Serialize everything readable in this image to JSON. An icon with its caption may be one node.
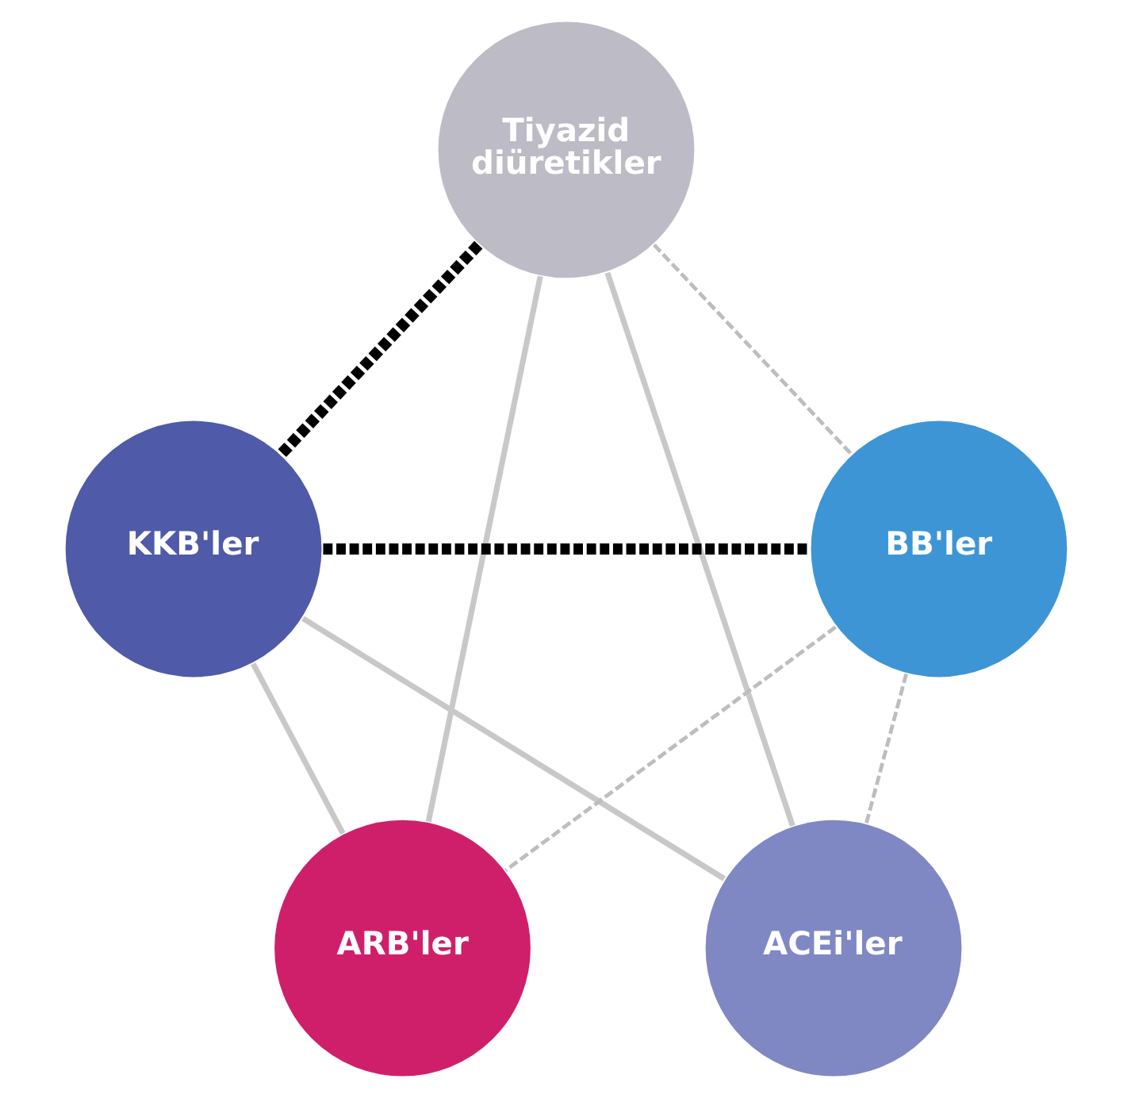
{
  "diagram": {
    "nodes": [
      {
        "text": [
          "Tiyazid diüretikler"
        ]
      },
      {
        "text": [
          "KKB'ler"
        ]
      },
      {
        "text": [
          "BB'ler"
        ]
      },
      {
        "text": [
          "ARB'ler"
        ]
      },
      {
        "text": [
          "ACEi'ler"
        ]
      }
    ],
    "edges": [
      {
        "from": 0,
        "to": 1,
        "arrow": "none",
        "style": "dashed",
        "color": "#000000"
      },
      {
        "from": 0,
        "to": 2,
        "arrow": "none",
        "style": "dashed",
        "color": "#bdbdbd"
      },
      {
        "from": 1,
        "to": 2,
        "arrow": "none",
        "style": "dashed",
        "color": "#000000"
      },
      {
        "from": 0,
        "to": 3,
        "arrow": "none"
      },
      {
        "from": 0,
        "to": 4,
        "arrow": "none"
      },
      {
        "from": 1,
        "to": 3,
        "arrow": "none"
      },
      {
        "from": 1,
        "to": 4,
        "arrow": "none"
      },
      {
        "from": 2,
        "to": 3,
        "arrow": "none",
        "style": "dashed",
        "color": "#bdbdbd"
      },
      {
        "from": 2,
        "to": 4,
        "arrow": "none",
        "style": "dashed",
        "color": "#bdbdbd"
      }
    ]
  }
}
